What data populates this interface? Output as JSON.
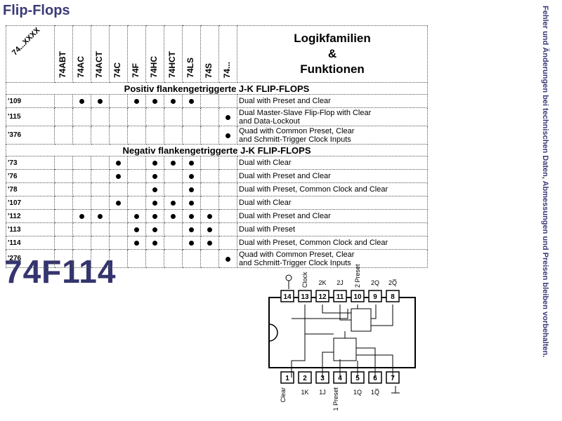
{
  "page": {
    "title": "Flip-Flops",
    "part_number": "74F114",
    "side_note": "Fehler und Änderungen bei technischen Daten, Abmessungen und Preisen bleiben vorbehalten."
  },
  "table": {
    "corner": "74...XXXX",
    "families": [
      "74ABT",
      "74AC",
      "74ACT",
      "74C",
      "74F",
      "74HC",
      "74HCT",
      "74LS",
      "74S",
      "74..."
    ],
    "heading": [
      "Logikfamilien",
      "&",
      "Funktionen"
    ],
    "sections": [
      {
        "title": "Positiv flankengetriggerte J-K FLIP-FLOPS",
        "rows": [
          {
            "num": "'109",
            "marks": [
              0,
              1,
              1,
              0,
              1,
              1,
              1,
              1,
              0,
              0
            ],
            "desc": [
              "Dual with Preset and Clear"
            ]
          },
          {
            "num": "'115",
            "marks": [
              0,
              0,
              0,
              0,
              0,
              0,
              0,
              0,
              0,
              1
            ],
            "desc": [
              "Dual Master-Slave Flip-Flop with Clear",
              "and Data-Lockout"
            ]
          },
          {
            "num": "'376",
            "marks": [
              0,
              0,
              0,
              0,
              0,
              0,
              0,
              0,
              0,
              1
            ],
            "desc": [
              "Quad with Common Preset, Clear",
              "and Schmitt-Trigger Clock Inputs"
            ]
          }
        ]
      },
      {
        "title": "Negativ flankengetriggerte J-K FLIP-FLOPS",
        "rows": [
          {
            "num": "'73",
            "marks": [
              0,
              0,
              0,
              1,
              0,
              1,
              1,
              1,
              0,
              0
            ],
            "desc": [
              "Dual with Clear"
            ]
          },
          {
            "num": "'76",
            "marks": [
              0,
              0,
              0,
              1,
              0,
              1,
              0,
              1,
              0,
              0
            ],
            "desc": [
              "Dual with Preset and Clear"
            ]
          },
          {
            "num": "'78",
            "marks": [
              0,
              0,
              0,
              0,
              0,
              1,
              0,
              1,
              0,
              0
            ],
            "desc": [
              "Dual with Preset, Common Clock and Clear"
            ]
          },
          {
            "num": "'107",
            "marks": [
              0,
              0,
              0,
              1,
              0,
              1,
              1,
              1,
              0,
              0
            ],
            "desc": [
              "Dual with Clear"
            ]
          },
          {
            "num": "'112",
            "marks": [
              0,
              1,
              1,
              0,
              1,
              1,
              1,
              1,
              1,
              0
            ],
            "desc": [
              "Dual with Preset and Clear"
            ]
          },
          {
            "num": "'113",
            "marks": [
              0,
              0,
              0,
              0,
              1,
              1,
              0,
              1,
              1,
              0
            ],
            "desc": [
              "Dual with Preset"
            ]
          },
          {
            "num": "'114",
            "marks": [
              0,
              0,
              0,
              0,
              1,
              1,
              0,
              1,
              1,
              0
            ],
            "desc": [
              "Dual with Preset, Common Clock and Clear"
            ]
          },
          {
            "num": "'276",
            "marks": [
              0,
              0,
              0,
              0,
              0,
              0,
              0,
              0,
              0,
              1
            ],
            "desc": [
              "Quad with Common Preset, Clear",
              "and Schmitt-Trigger Clock Inputs"
            ]
          }
        ]
      }
    ]
  },
  "pinout": {
    "top_labels": [
      "Clock",
      "2K",
      "2J",
      "2 Preset",
      "2Q",
      "2Q̅"
    ],
    "top_pins": [
      "14",
      "13",
      "12",
      "11",
      "10",
      "9",
      "8"
    ],
    "bottom_pins": [
      "1",
      "2",
      "3",
      "4",
      "5",
      "6",
      "7"
    ],
    "bottom_labels": [
      "Clear",
      "1K",
      "1J",
      "1 Preset",
      "1Q",
      "1Q̅"
    ]
  }
}
